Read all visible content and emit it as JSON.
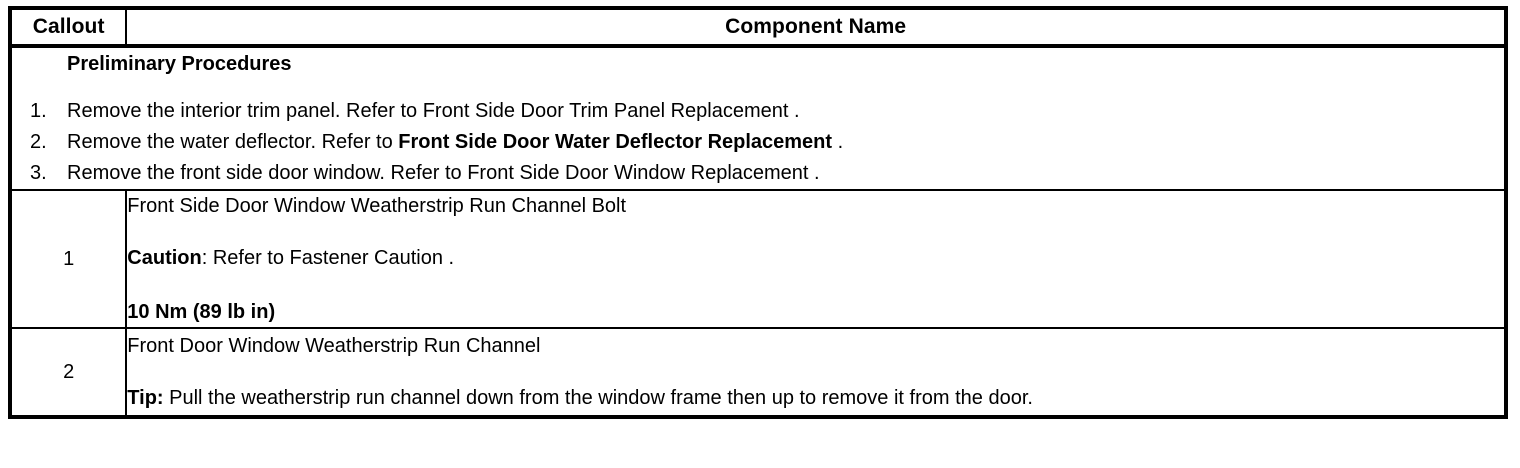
{
  "document": {
    "type": "service-procedure-table",
    "header": {
      "callout_label": "Callout",
      "component_label": "Component Name"
    },
    "preliminary": {
      "title": "Preliminary Procedures",
      "steps": [
        {
          "number": "1.",
          "lead": "Remove the interior trim panel. Refer to ",
          "reference": "Front Side Door Trim Panel Replacement",
          "trail": " ."
        },
        {
          "number": "2.",
          "lead": "Remove the water deflector. Refer to ",
          "reference": "Front Side Door Water Deflector Replacement",
          "trail": " ."
        },
        {
          "number": "3.",
          "lead": "Remove the front side door window. Refer to ",
          "reference": "Front Side Door Window Replacement",
          "trail": " ."
        }
      ]
    },
    "rows": [
      {
        "callout": "1",
        "name": "Front Side Door Window Weatherstrip Run Channel Bolt",
        "caution_label": "Caution",
        "caution_text": ": Refer to Fastener Caution .",
        "torque": "10 Nm (89 lb in)"
      },
      {
        "callout": "2",
        "name": "Front Door Window Weatherstrip Run Channel",
        "tip_label": "Tip:",
        "tip_text": " Pull the weatherstrip run channel down from the window frame then up to remove it from the door."
      }
    ]
  },
  "colors": {
    "border": "#000000",
    "text": "#000000",
    "background": "#ffffff"
  }
}
